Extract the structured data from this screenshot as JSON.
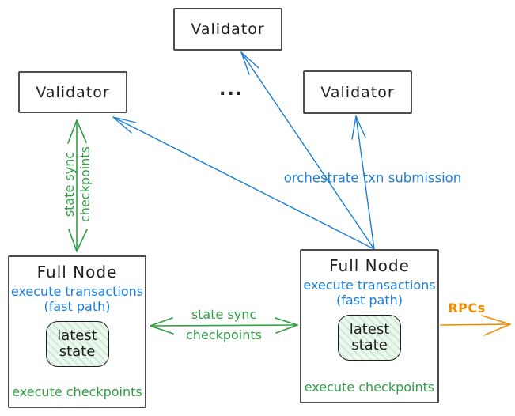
{
  "diagram": {
    "validator_top": "Validator",
    "validator_left": "Validator",
    "validator_right": "Validator",
    "ellipsis": "...",
    "full_node_left": {
      "title": "Full Node",
      "exec_line1": "execute transactions",
      "exec_line2": "(fast path)",
      "state_line1": "latest",
      "state_line2": "state",
      "checkpoints": "execute checkpoints"
    },
    "full_node_right": {
      "title": "Full Node",
      "exec_line1": "execute transactions",
      "exec_line2": "(fast path)",
      "state_line1": "latest",
      "state_line2": "state",
      "checkpoints": "execute checkpoints"
    },
    "labels": {
      "state_sync_vert_line1": "state sync",
      "state_sync_vert_line2": "checkpoints",
      "state_sync_horiz_line1": "state sync",
      "state_sync_horiz_line2": "checkpoints",
      "orchestrate": "orchestrate txn submission",
      "rpcs": "RPCs"
    },
    "colors": {
      "blue": "#1c7ed6",
      "green": "#2f9e44",
      "orange": "#f08c00",
      "text": "#1e1e1e",
      "box_border": "#4d4d4d",
      "state_fill": "#f0faf2"
    }
  }
}
